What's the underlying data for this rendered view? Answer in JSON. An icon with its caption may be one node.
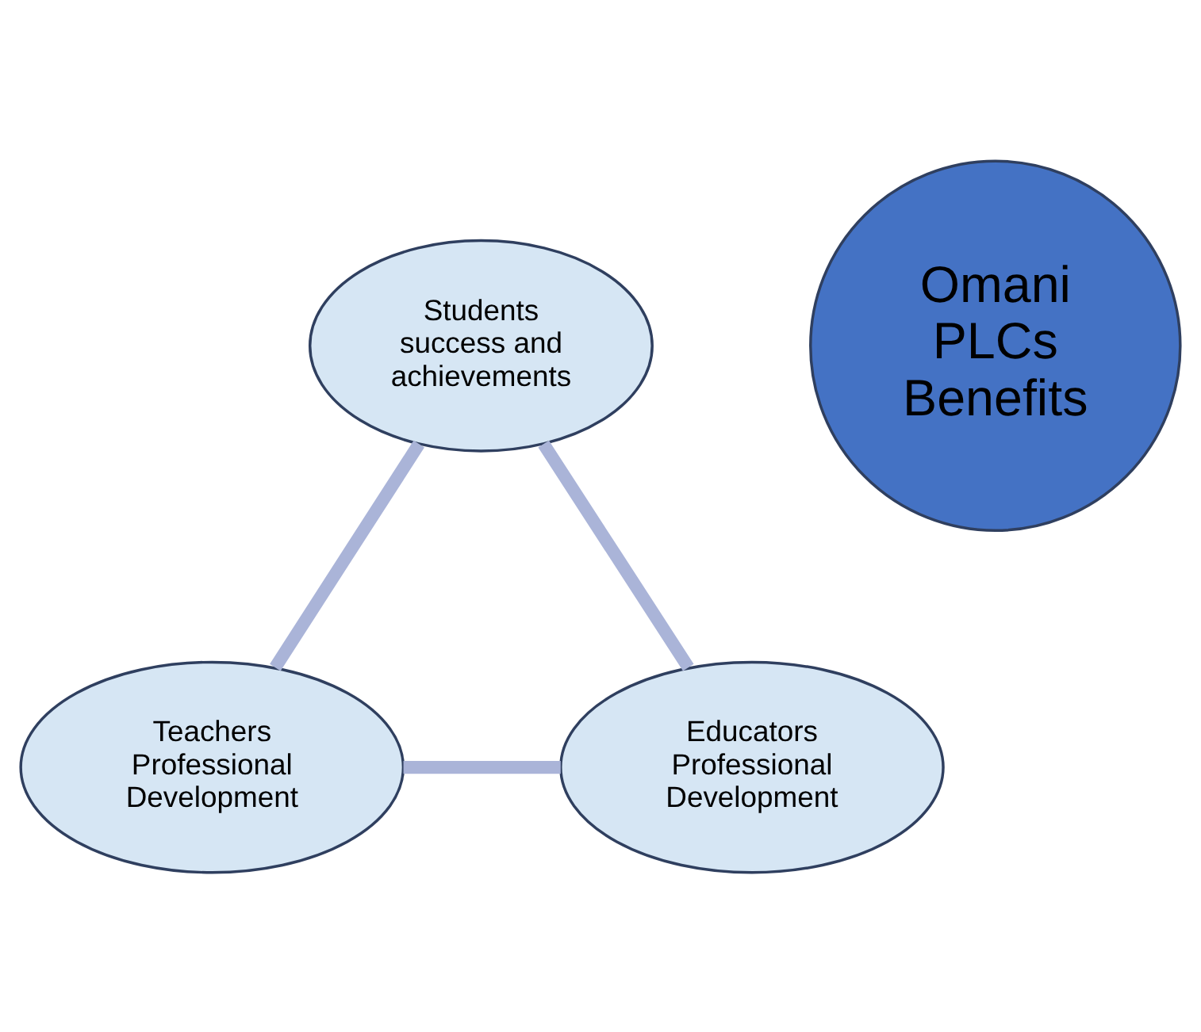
{
  "diagram": {
    "nodes": [
      {
        "text": [
          "Students",
          "success and achievements"
        ]
      },
      {
        "text": [
          "Omani PLCs Benefits"
        ]
      },
      {
        "text": [
          "Educators",
          "Professional Development"
        ]
      },
      {
        "text": [
          "Teachers",
          "Professional Development"
        ]
      }
    ],
    "edges": [
      {
        "from": 0,
        "to": 3,
        "arrow": "none"
      },
      {
        "from": 3,
        "to": 2,
        "arrow": "none"
      },
      {
        "from": 2,
        "to": 0,
        "arrow": "none"
      }
    ]
  }
}
